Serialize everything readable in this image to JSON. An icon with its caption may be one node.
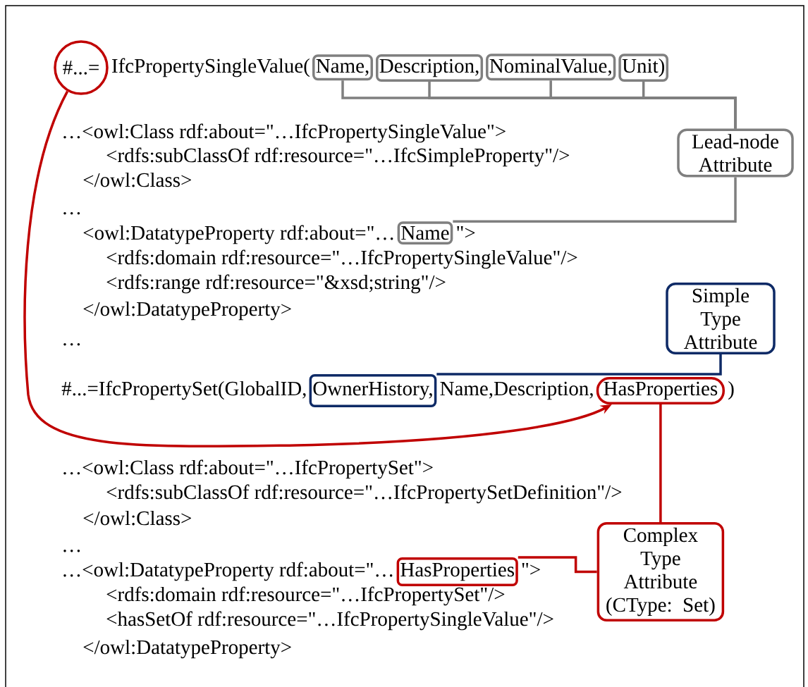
{
  "diagram": {
    "nodes": [
      {
        "text": [
          "#...="
        ]
      },
      {
        "text": [
          "Name,"
        ]
      },
      {
        "text": [
          "Description,"
        ]
      },
      {
        "text": [
          "NominalValue,"
        ]
      },
      {
        "text": [
          "Unit)"
        ]
      },
      {
        "text": [
          "Lead-node Attribute"
        ]
      },
      {
        "text": [
          "Name"
        ]
      },
      {
        "text": [
          "Simple Type Attribute"
        ]
      },
      {
        "text": [
          "OwnerHistory,"
        ]
      },
      {
        "text": [
          "HasProperties"
        ]
      },
      {
        "text": [
          "Complex Type Attribute (CType: Set)"
        ]
      },
      {
        "text": [
          "HasProperties"
        ]
      }
    ],
    "edges": [
      {
        "from": 1,
        "to": 5,
        "arrow": "none"
      },
      {
        "from": 2,
        "to": 5,
        "arrow": "none"
      },
      {
        "from": 3,
        "to": 5,
        "arrow": "none"
      },
      {
        "from": 4,
        "to": 5,
        "arrow": "none"
      },
      {
        "from": 5,
        "to": 6,
        "arrow": "none"
      },
      {
        "from": 7,
        "to": 8,
        "arrow": "none",
        "color": "#0e2a66"
      },
      {
        "from": 0,
        "to": 9,
        "arrow": "to",
        "color": "#c00000"
      },
      {
        "from": 9,
        "to": 10,
        "arrow": "none",
        "color": "#c00000"
      },
      {
        "from": 10,
        "to": 11,
        "arrow": "none",
        "color": "#c00000"
      }
    ],
    "labels": [
      "IfcPropertySingleValue(",
      "…<owl:Class rdf:about=\"…IfcPropertySingleValue\">",
      "<rdfs:subClassOf rdf:resource=\"…IfcSimpleProperty\"/>",
      "</owl:Class>",
      "…",
      "<owl:DatatypeProperty rdf:about=\"…",
      "\">",
      "<rdfs:domain rdf:resource=\"…IfcPropertySingleValue\"/>",
      "<rdfs:range rdf:resource=\"&xsd;string\"/>",
      "</owl:DatatypeProperty>",
      "…",
      "#...=IfcPropertySet(GlobalID,",
      "Name,Description,",
      ")",
      "…<owl:Class rdf:about=\"…IfcPropertySet\">",
      "<rdfs:subClassOf rdf:resource=\"…IfcPropertySetDefinition\"/>",
      "</owl:Class>",
      "…",
      "…<owl:DatatypeProperty rdf:about=\"…",
      "\">",
      "<rdfs:domain rdf:resource=\"…IfcPropertySet\"/>",
      "<hasSetOf rdf:resource=\"…IfcPropertySingleValue\"/>",
      "</owl:DatatypeProperty>"
    ]
  }
}
